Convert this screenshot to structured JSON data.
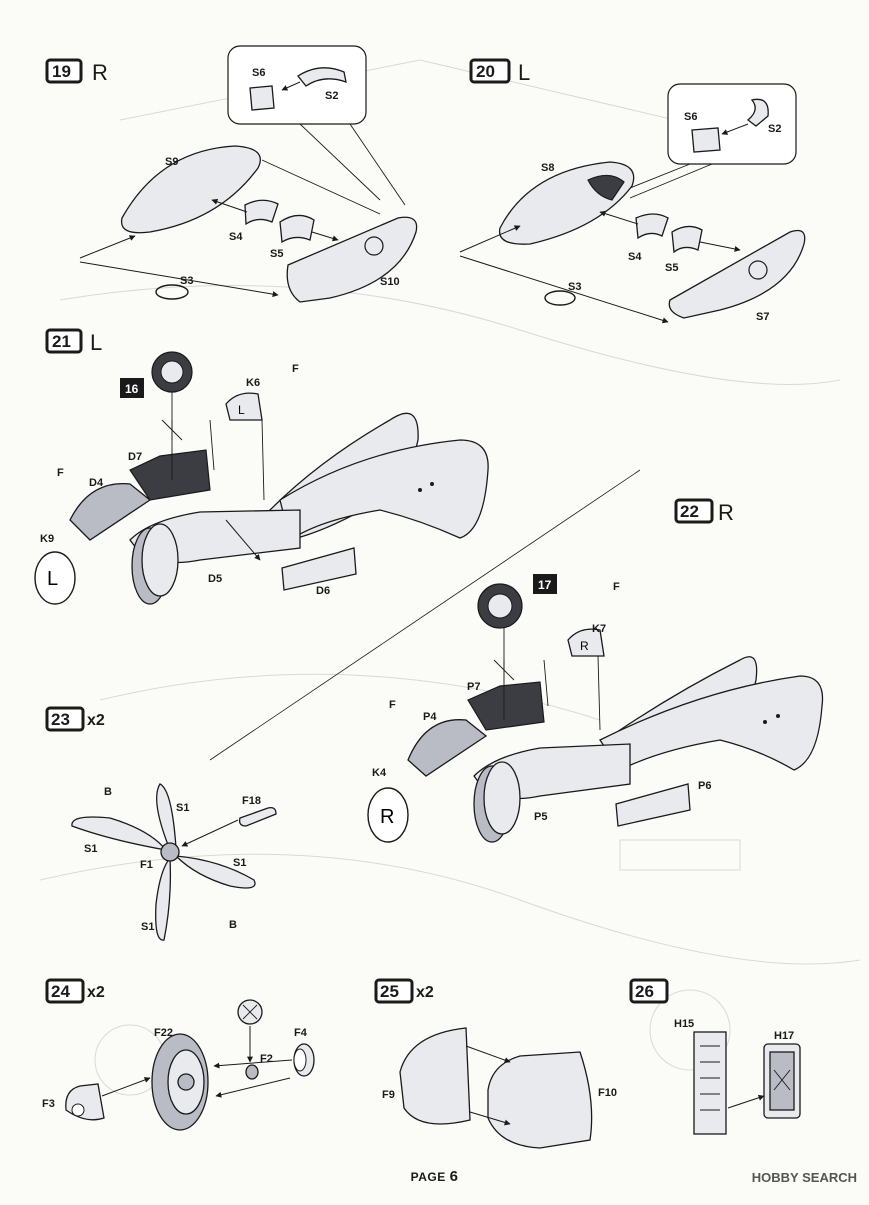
{
  "steps": [
    {
      "num": "19",
      "side": "R",
      "mult": "",
      "labels": [
        "S6",
        "S2",
        "S9",
        "S4",
        "S5",
        "S3",
        "S10"
      ]
    },
    {
      "num": "20",
      "side": "L",
      "mult": "",
      "labels": [
        "S6",
        "S2",
        "S8",
        "S4",
        "S5",
        "S3",
        "S7"
      ]
    },
    {
      "num": "21",
      "side": "L",
      "mult": "",
      "labels": [
        "K6",
        "F",
        "F",
        "D7",
        "D4",
        "K9",
        "D5",
        "D6"
      ],
      "ref": "16",
      "badge": "L"
    },
    {
      "num": "22",
      "side": "R",
      "mult": "",
      "labels": [
        "F",
        "K7",
        "P7",
        "F",
        "P4",
        "K4",
        "P5",
        "P6"
      ],
      "ref": "17",
      "badge": "R"
    },
    {
      "num": "23",
      "side": "",
      "mult": "x2",
      "labels": [
        "B",
        "S1",
        "F18",
        "S1",
        "F1",
        "S1",
        "S1",
        "B"
      ]
    },
    {
      "num": "24",
      "side": "",
      "mult": "x2",
      "labels": [
        "F22",
        "F4",
        "F2",
        "F3"
      ]
    },
    {
      "num": "25",
      "side": "",
      "mult": "x2",
      "labels": [
        "F9",
        "F10"
      ]
    },
    {
      "num": "26",
      "side": "",
      "mult": "",
      "labels": [
        "H15",
        "H17"
      ]
    }
  ],
  "footer": {
    "page_label": "PAGE",
    "page_number": "6"
  },
  "watermark": "HOBBY SEARCH"
}
